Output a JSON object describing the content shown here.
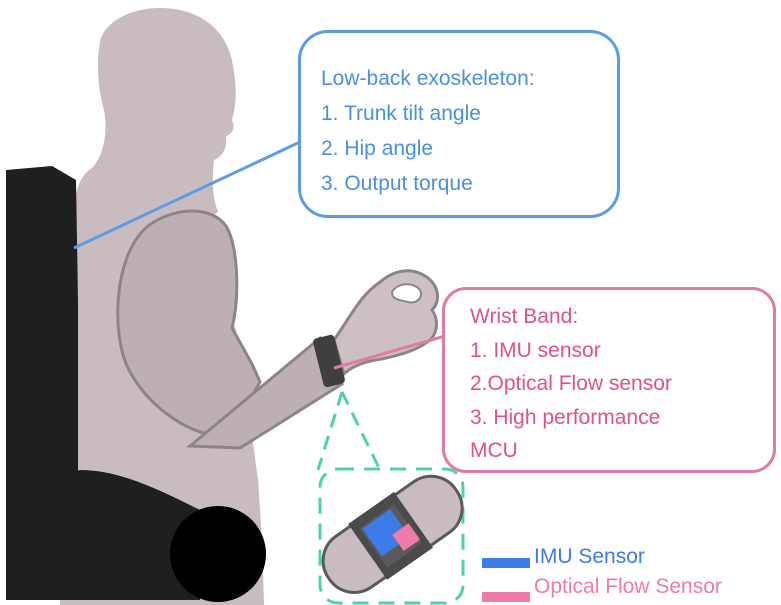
{
  "exoskeleton": {
    "title": "Low-back exoskeleton:",
    "items": [
      "1. Trunk tilt angle",
      "2. Hip angle",
      "3. Output torque"
    ]
  },
  "wrist_band": {
    "title": "Wrist Band:",
    "items": [
      "1. IMU sensor",
      "2.Optical Flow sensor",
      "3. High performance",
      "MCU"
    ]
  },
  "legend": {
    "imu": {
      "label": "IMU Sensor",
      "color": "#3d7be8"
    },
    "optical": {
      "label": "Optical Flow Sensor",
      "color": "#f07aa8"
    }
  },
  "colors": {
    "body": "#c9bcbf",
    "body_outline": "#8d8489",
    "exoskeleton": "#1f1f1f",
    "exo_callout": "#5b9be8",
    "wrist_callout": "#e07aa6",
    "zoom_outline": "#4fd1b0",
    "band": "#3f3f3f"
  }
}
